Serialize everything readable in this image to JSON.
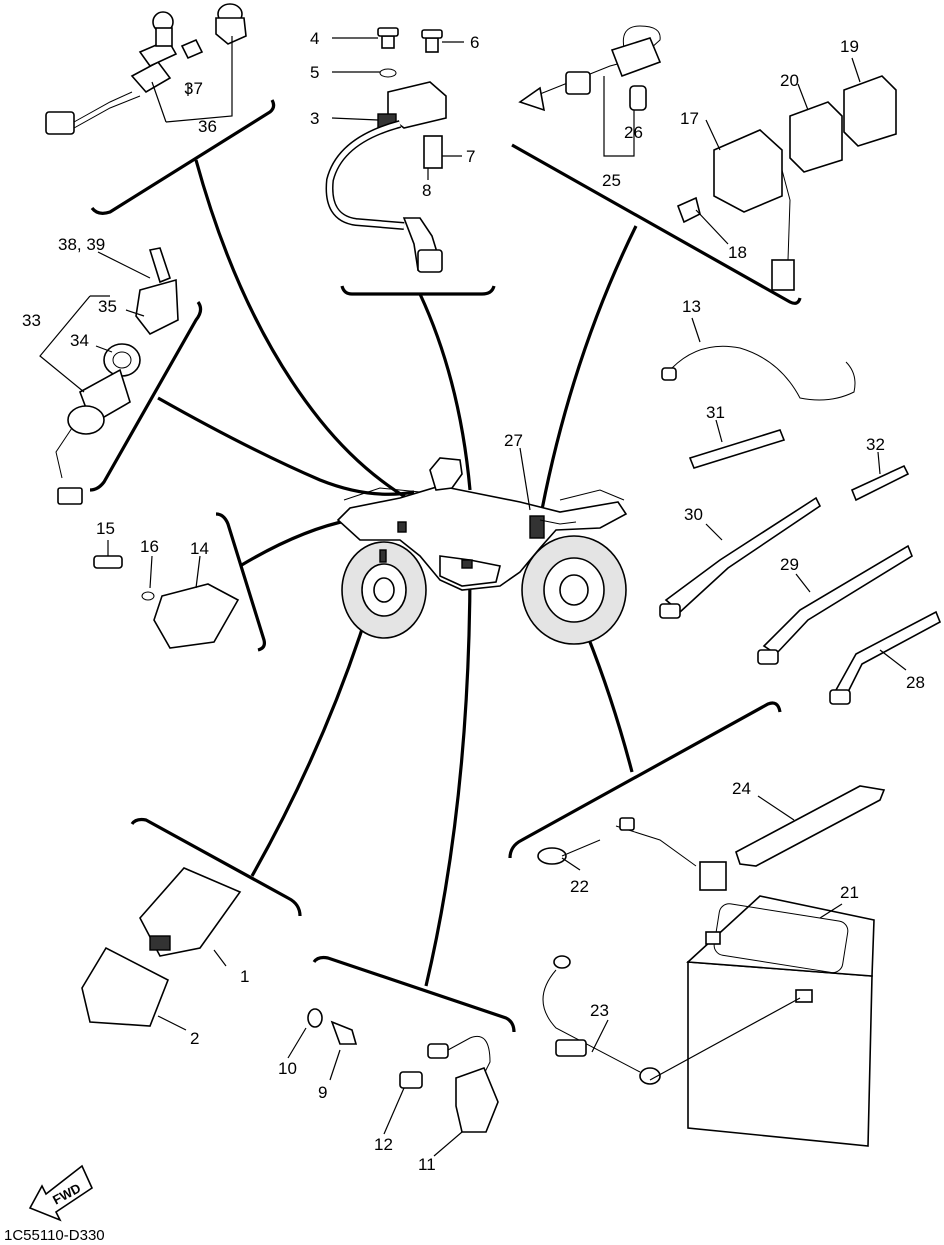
{
  "diagram": {
    "code": "1C55110-D330",
    "fwd_label": "FWD",
    "callouts": {
      "p1": "1",
      "p2": "2",
      "p3": "3",
      "p4": "4",
      "p5": "5",
      "p6": "6",
      "p7": "7",
      "p8": "8",
      "p9": "9",
      "p10": "10",
      "p11": "11",
      "p12": "12",
      "p13": "13",
      "p14": "14",
      "p15": "15",
      "p16": "16",
      "p17": "17",
      "p18": "18",
      "p19": "19",
      "p20": "20",
      "p21": "21",
      "p22": "22",
      "p23": "23",
      "p24": "24",
      "p25": "25",
      "p26": "26",
      "p27": "27",
      "p28": "28",
      "p29": "29",
      "p30": "30",
      "p31": "31",
      "p32": "32",
      "p33": "33",
      "p34": "34",
      "p35": "35",
      "p36": "36",
      "p37": "37",
      "p38_39": "38, 39"
    }
  }
}
